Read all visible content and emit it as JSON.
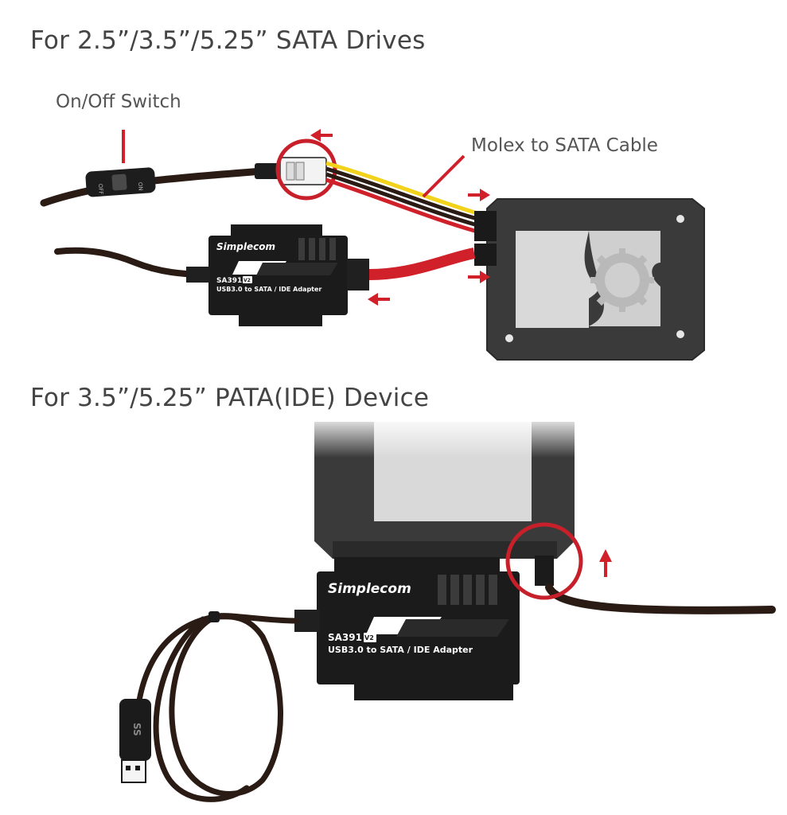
{
  "headings": {
    "sata": "For 2.5”/3.5”/5.25” SATA Drives",
    "pata": "For 3.5”/5.25” PATA(IDE) Device"
  },
  "labels": {
    "switch": "On/Off Switch",
    "molex": "Molex to SATA Cable",
    "switch_off": "OFF",
    "switch_on": "ON"
  },
  "adapter": {
    "brand": "Simplecom",
    "model": "SA391",
    "version": "V2",
    "description": "USB3.0 to SATA / IDE Adapter"
  },
  "usb_connector": {
    "symbol": "SS"
  },
  "colors": {
    "accent_red": "#d0202a",
    "cable_dark": "#2a1b14",
    "cable_yellow": "#f2d21b",
    "adapter_body": "#1b1b1b",
    "drive_body": "#3a3a3a"
  },
  "icons": [
    "arrow-left-icon",
    "arrow-right-icon",
    "arrow-up-icon",
    "highlight-circle-icon",
    "gear-icon"
  ]
}
